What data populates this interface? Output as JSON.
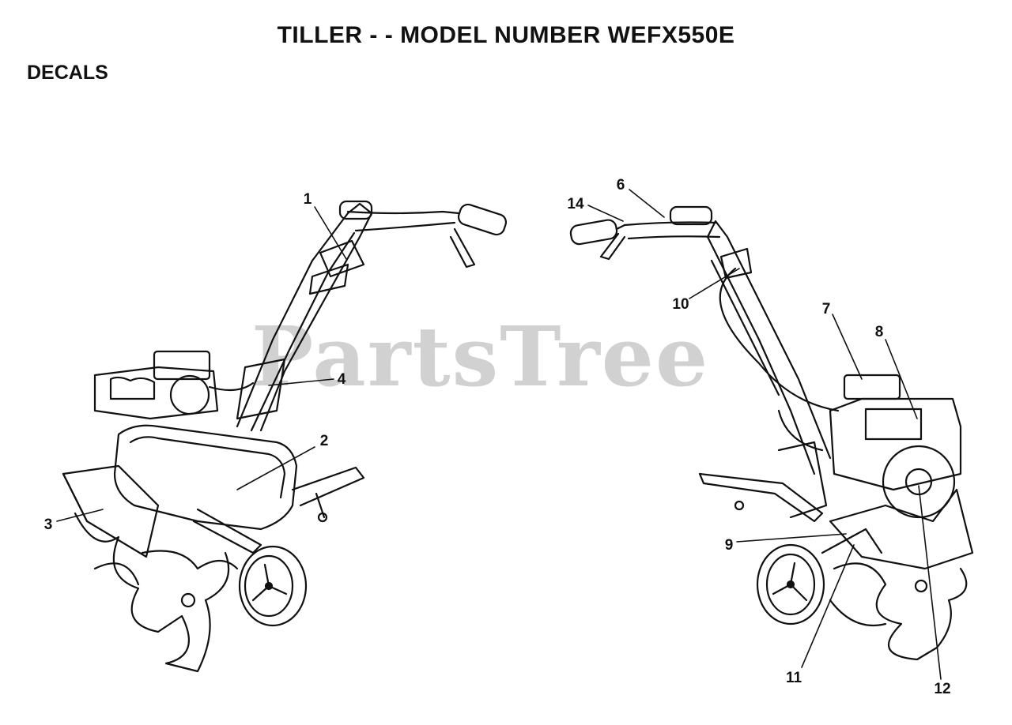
{
  "header": {
    "title": "TILLER - - MODEL NUMBER WEFX550E"
  },
  "section": {
    "label": "DECALS"
  },
  "watermark": {
    "text": "PartsTree"
  },
  "callouts": [
    {
      "id": "1",
      "label": "1"
    },
    {
      "id": "2",
      "label": "2"
    },
    {
      "id": "3",
      "label": "3"
    },
    {
      "id": "4",
      "label": "4"
    },
    {
      "id": "6",
      "label": "6"
    },
    {
      "id": "7",
      "label": "7"
    },
    {
      "id": "8",
      "label": "8"
    },
    {
      "id": "9",
      "label": "9"
    },
    {
      "id": "10",
      "label": "10"
    },
    {
      "id": "11",
      "label": "11"
    },
    {
      "id": "12",
      "label": "12"
    },
    {
      "id": "14",
      "label": "14"
    }
  ]
}
